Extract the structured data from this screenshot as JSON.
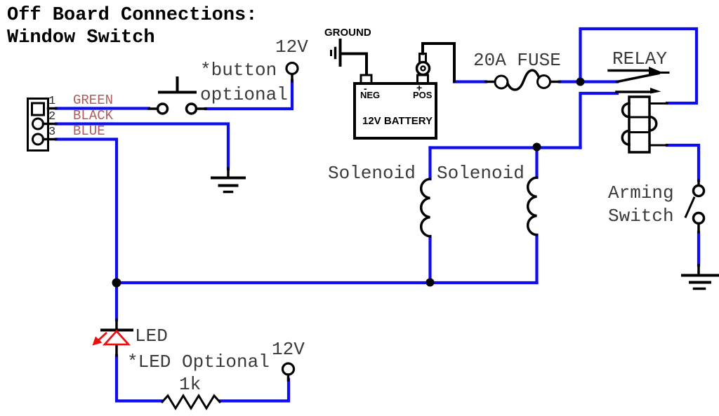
{
  "title": {
    "line1": "Off Board Connections:",
    "line2": "Window Switch"
  },
  "connector": {
    "pins": [
      {
        "number": "1",
        "wire_label": "GREEN"
      },
      {
        "number": "2",
        "wire_label": "BLACK"
      },
      {
        "number": "3",
        "wire_label": "BLUE"
      }
    ]
  },
  "notes": {
    "button_line1": "*button",
    "button_line2": "optional",
    "led_note": "*LED Optional"
  },
  "components": {
    "button_supply": "12V",
    "ground": "GROUND",
    "battery": {
      "neg_sign": "-",
      "neg": "NEG",
      "pos_sign": "+",
      "pos": "POS",
      "name": "12V BATTERY"
    },
    "fuse": "20A FUSE",
    "relay": "RELAY",
    "solenoid_left": "Solenoid",
    "solenoid_right": "Solenoid",
    "arming_switch_line1": "Arming",
    "arming_switch_line2": "Switch",
    "led": "LED",
    "led_supply": "12V",
    "resistor_value": "1k"
  },
  "colors": {
    "wire": "#0d0df0",
    "wire_label_text": "#b25b5b",
    "component_label_text": "#3a3a3a",
    "led_red": "#ee0e0e",
    "line_black": "#010101",
    "background": "#ffffff"
  }
}
